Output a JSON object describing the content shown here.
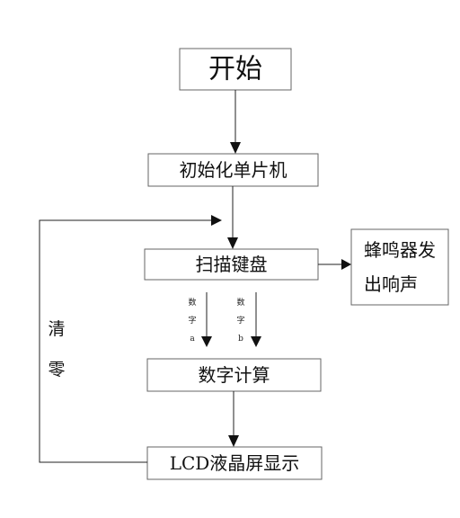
{
  "flowchart": {
    "start": "开始",
    "init": "初始化单片机",
    "scan": "扫描键盘",
    "buzzer_line1": "蜂鸣器发",
    "buzzer_line2": "出响声",
    "compute": "数字计算",
    "display": "LCD液晶屏显示",
    "digit_a_chars": [
      "数",
      "字",
      "a"
    ],
    "digit_b_chars": [
      "数",
      "字",
      "b"
    ],
    "clear_chars": [
      "清",
      "零"
    ]
  }
}
